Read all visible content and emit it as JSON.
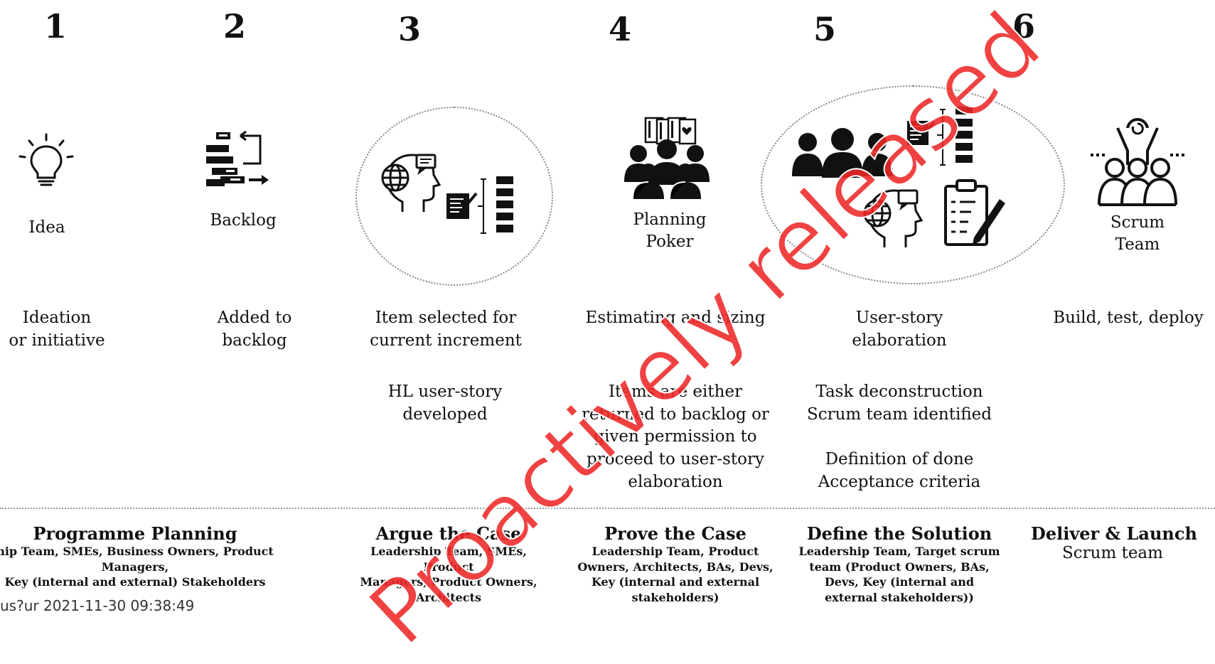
{
  "steps": [
    {
      "number": "1",
      "icon": "lightbulb-icon",
      "label": "Idea",
      "description": "Ideation\nor initiative"
    },
    {
      "number": "2",
      "icon": "backlog-icon",
      "label": "Backlog",
      "description": "Added to\nbacklog"
    },
    {
      "number": "3",
      "icon": "thinking-head-icon",
      "label": "",
      "description": "Item selected for\ncurrent increment",
      "detail": "HL user-story\ndeveloped"
    },
    {
      "number": "4",
      "icon": "planning-poker-icon",
      "label": "Planning\nPoker",
      "description": "Estimating and sizing",
      "detail": "Items are either\nreturned to backlog or\ngiven permission to\nproceed to user-story\nelaboration"
    },
    {
      "number": "5",
      "icon": "team-clipboard-icon",
      "label": "",
      "description": "User-story\nelaboration",
      "detail": "Task deconstruction\nScrum team identified\n\nDefinition of done\nAcceptance criteria"
    },
    {
      "number": "6",
      "icon": "scrum-team-icon",
      "label": "Scrum\nTeam",
      "description": "Build, test, deploy"
    }
  ],
  "phases": [
    {
      "title": "Programme Planning",
      "subtitle": "hip Team, SMEs, Business Owners, Product Managers,\nKey (internal and external) Stakeholders"
    },
    {
      "title": "Argue the Case",
      "subtitle": "Leadership Team, SMEs, Product\nManagers, Product Owners,\nArchitects"
    },
    {
      "title": "Prove the Case",
      "subtitle": "Leadership Team, Product\nOwners, Architects, BAs, Devs,\nKey (internal and external\nstakeholders)"
    },
    {
      "title": "Define the Solution",
      "subtitle": "Leadership Team, Target scrum\nteam (Product Owners, BAs,\nDevs, Key (internal and\nexternal stakeholders))"
    },
    {
      "title": "Deliver & Launch",
      "subtitle": "Scrum team"
    }
  ],
  "watermark": "Proactively released",
  "footer": "us?ur 2021-11-30 09:38:49"
}
